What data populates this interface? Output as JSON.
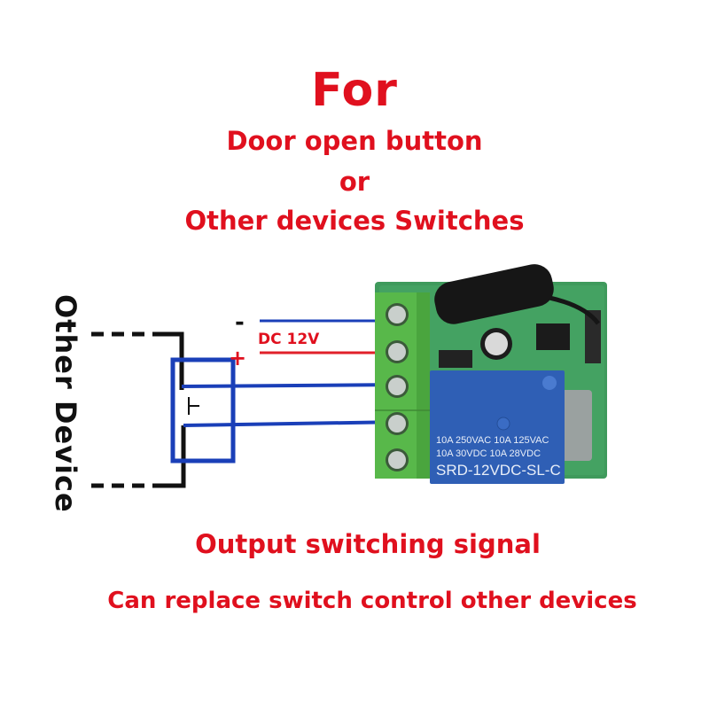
{
  "headline": {
    "for": "For",
    "line1": "Door open button",
    "line2": "or",
    "line3": "Other devices Switches"
  },
  "device_label": "Other Device",
  "power": {
    "label": "DC 12V",
    "negative": "-",
    "positive": "+"
  },
  "switch_symbol": "⊥",
  "relay": {
    "rating_line1": "10A 250VAC  10A 125VAC",
    "rating_line2": "10A  30VDC  10A  28VDC",
    "model": "SRD-12VDC-SL-C"
  },
  "footer": {
    "line1": "Output switching signal",
    "line2": "Can replace switch control other devices"
  },
  "colors": {
    "text_red": "#e0101e",
    "wire_blue": "#1a3fb8",
    "wire_red": "#e0202a",
    "terminal_green": "#58b84a",
    "pcb_green": "#3f9a5c",
    "relay_blue": "#2f5fb5"
  }
}
